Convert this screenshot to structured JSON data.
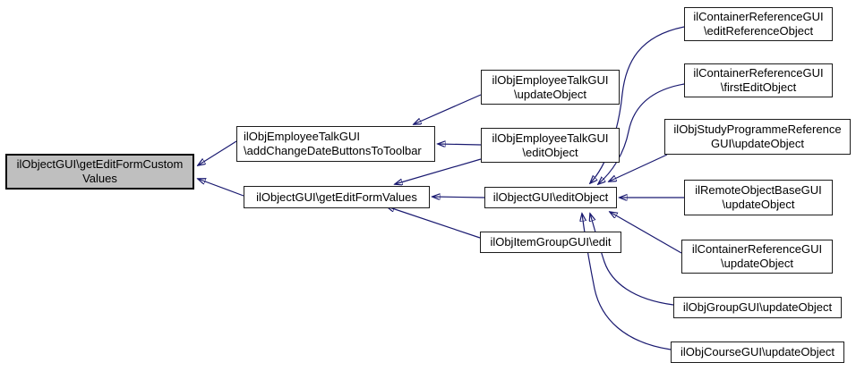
{
  "diagram": {
    "type": "call-graph",
    "background_color": "#ffffff",
    "edge_color": "#191970",
    "node_border_color": "#1c1c1c",
    "highlight_fill_color": "#bfbfbf"
  },
  "nodes": {
    "getEditFormCustomValues": {
      "line1": "ilObjectGUI\\getEditFormCustom",
      "line2": "Values",
      "highlighted": true
    },
    "addChangeDateButtonsToToolbar": {
      "line1": "ilObjEmployeeTalkGUI",
      "line2": "\\addChangeDateButtonsToToolbar"
    },
    "getEditFormValues": {
      "line1": "ilObjectGUI\\getEditFormValues"
    },
    "employeeTalkUpdateObject": {
      "line1": "ilObjEmployeeTalkGUI",
      "line2": "\\updateObject"
    },
    "employeeTalkEditObject": {
      "line1": "ilObjEmployeeTalkGUI",
      "line2": "\\editObject"
    },
    "objectGuiEditObject": {
      "line1": "ilObjectGUI\\editObject"
    },
    "itemGroupEdit": {
      "line1": "ilObjItemGroupGUI\\edit"
    },
    "containerRefEditReferenceObject": {
      "line1": "ilContainerReferenceGUI",
      "line2": "\\editReferenceObject"
    },
    "containerRefFirstEditObject": {
      "line1": "ilContainerReferenceGUI",
      "line2": "\\firstEditObject"
    },
    "studyProgrammeUpdateObject": {
      "line1": "ilObjStudyProgrammeReference",
      "line2": "GUI\\updateObject"
    },
    "remoteObjectBaseUpdateObject": {
      "line1": "ilRemoteObjectBaseGUI",
      "line2": "\\updateObject"
    },
    "containerRefUpdateObject": {
      "line1": "ilContainerReferenceGUI",
      "line2": "\\updateObject"
    },
    "groupUpdateObject": {
      "line1": "ilObjGroupGUI\\updateObject"
    },
    "courseUpdateObject": {
      "line1": "ilObjCourseGUI\\updateObject"
    }
  },
  "edges": [
    {
      "from": "ilObjEmployeeTalkGUI\\addChangeDateButtonsToToolbar",
      "to": "ilObjectGUI\\getEditFormCustomValues"
    },
    {
      "from": "ilObjectGUI\\getEditFormValues",
      "to": "ilObjectGUI\\getEditFormCustomValues"
    },
    {
      "from": "ilObjEmployeeTalkGUI\\updateObject",
      "to": "ilObjEmployeeTalkGUI\\addChangeDateButtonsToToolbar"
    },
    {
      "from": "ilObjEmployeeTalkGUI\\editObject",
      "to": "ilObjEmployeeTalkGUI\\addChangeDateButtonsToToolbar"
    },
    {
      "from": "ilObjEmployeeTalkGUI\\editObject",
      "to": "ilObjectGUI\\getEditFormValues"
    },
    {
      "from": "ilObjectGUI\\editObject",
      "to": "ilObjectGUI\\getEditFormValues"
    },
    {
      "from": "ilObjItemGroupGUI\\edit",
      "to": "ilObjectGUI\\getEditFormValues"
    },
    {
      "from": "ilContainerReferenceGUI\\editReferenceObject",
      "to": "ilObjectGUI\\editObject"
    },
    {
      "from": "ilContainerReferenceGUI\\firstEditObject",
      "to": "ilObjectGUI\\editObject"
    },
    {
      "from": "ilObjStudyProgrammeReferenceGUI\\updateObject",
      "to": "ilObjectGUI\\editObject"
    },
    {
      "from": "ilRemoteObjectBaseGUI\\updateObject",
      "to": "ilObjectGUI\\editObject"
    },
    {
      "from": "ilContainerReferenceGUI\\updateObject",
      "to": "ilObjectGUI\\editObject"
    },
    {
      "from": "ilObjGroupGUI\\updateObject",
      "to": "ilObjectGUI\\editObject"
    },
    {
      "from": "ilObjCourseGUI\\updateObject",
      "to": "ilObjectGUI\\editObject"
    }
  ]
}
